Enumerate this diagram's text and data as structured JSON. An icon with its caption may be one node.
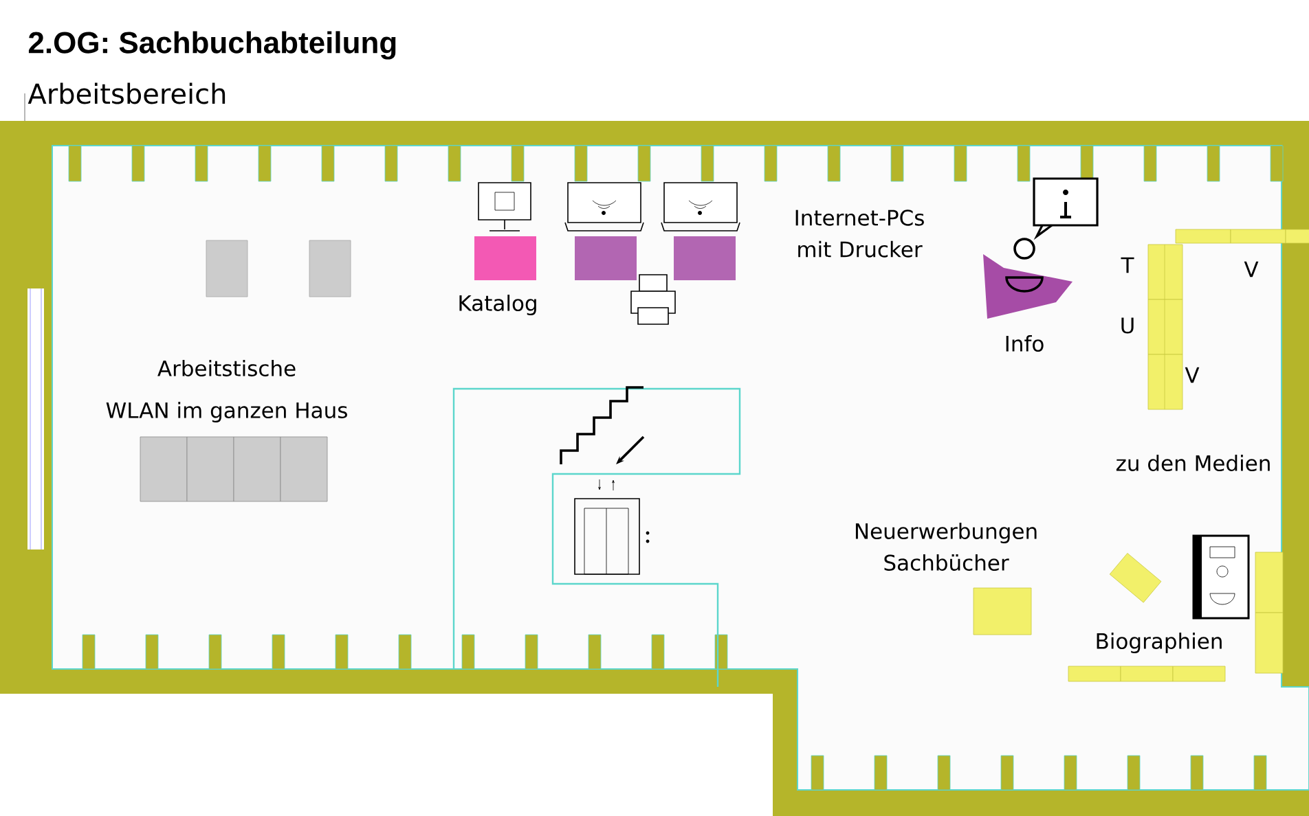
{
  "diagram": {
    "title": "2.OG: Sachbuchabteilung",
    "labels": [
      "Arbeitsbereich",
      "Katalog",
      "Internet-PCs mit Drucker",
      "Info",
      "T",
      "V",
      "U",
      "V",
      "Arbeitstische",
      "WLAN im ganzen Haus",
      "zu den Medien",
      "Neuerwerbungen Sachbücher",
      "Biographien"
    ]
  }
}
